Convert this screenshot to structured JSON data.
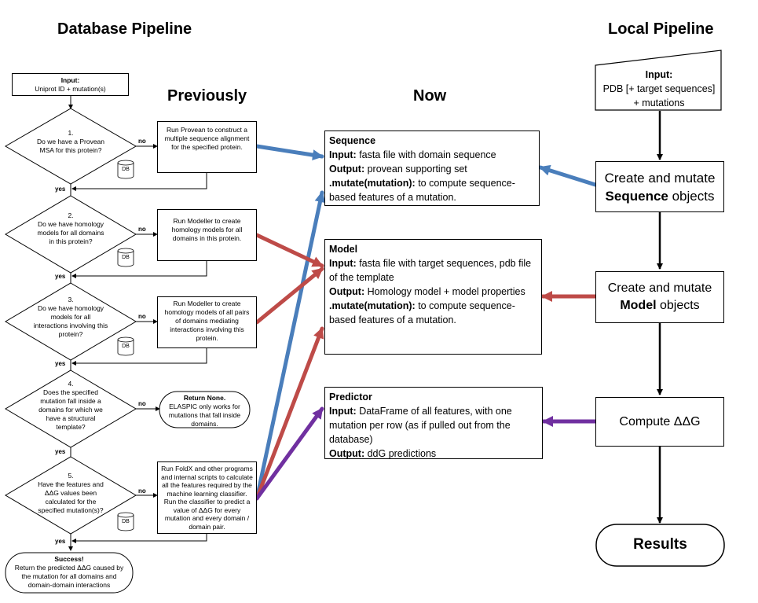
{
  "headings": {
    "database_pipeline": "Database Pipeline",
    "local_pipeline": "Local Pipeline",
    "previously": "Previously",
    "now": "Now"
  },
  "db_flow": {
    "input": {
      "title": "Input:",
      "text": "Uniprot ID + mutation(s)"
    },
    "questions": [
      {
        "num": "1.",
        "text": "Do we have a Provean MSA for this protein?"
      },
      {
        "num": "2.",
        "text": "Do we have homology models for all domains in this protein?"
      },
      {
        "num": "3.",
        "text": "Do we have homology models for all interactions involving this protein?"
      },
      {
        "num": "4.",
        "text": "Does the specified mutation fall inside a domains for which we have a structural template?"
      },
      {
        "num": "5.",
        "text": "Have the features and ΔΔG values been calculated for the specified mutation(s)?"
      }
    ],
    "actions": [
      "Run Provean to construct a multiple sequence alignment for the specified protein.",
      "Run Modeller to create homology models for all domains in this protein.",
      "Run Modeller to create homology models of all pairs of domains mediating interactions involving this protein.",
      "",
      "Run FoldX and other programs and internal scripts to calculate all the features required by the machine learning classifier. Run the classifier to predict a value of ΔΔG for every mutation and every domain / domain pair."
    ],
    "return_none": {
      "title": "Return None.",
      "text": "ELASPIC only works for mutations that fall inside domains."
    },
    "success": {
      "title": "Success!",
      "text": "Return the predicted ΔΔG caused by the mutation for all domains and domain-domain interactions"
    },
    "yes_label": "yes",
    "no_label": "no",
    "db_label": "DB"
  },
  "now_boxes": {
    "sequence": {
      "title": "Sequence",
      "input_k": "Input:",
      "input_v": " fasta file with domain sequence",
      "output_k": "Output:",
      "output_v": " provean supporting set",
      "method_k": ".mutate(mutation):",
      "method_v": " to compute sequence-based features of a mutation."
    },
    "model": {
      "title": "Model",
      "input_k": "Input:",
      "input_v": " fasta file with target sequences, pdb file of the template",
      "output_k": "Output:",
      "output_v": " Homology model + model properties",
      "method_k": ".mutate(mutation):",
      "method_v": " to compute sequence-based features of a mutation."
    },
    "predictor": {
      "title": "Predictor",
      "input_k": "Input:",
      "input_v": " DataFrame of all features, with one mutation per row (as if pulled out from the database)",
      "output_k": "Output:",
      "output_v": " ddG predictions"
    }
  },
  "local_flow": {
    "input_title": "Input:",
    "input_line1": "PDB  [+ target sequences]",
    "input_line2": "+ mutations",
    "seq_pre": "Create and mutate",
    "seq_bold": "Sequence",
    "seq_post": " objects",
    "model_pre": "Create and mutate",
    "model_bold": "Model",
    "model_post": " objects",
    "compute": "Compute ΔΔG",
    "results": "Results"
  },
  "colors": {
    "blue": "#4a7ebb",
    "red": "#be4b48",
    "purple": "#7030a0",
    "black": "#000000"
  }
}
